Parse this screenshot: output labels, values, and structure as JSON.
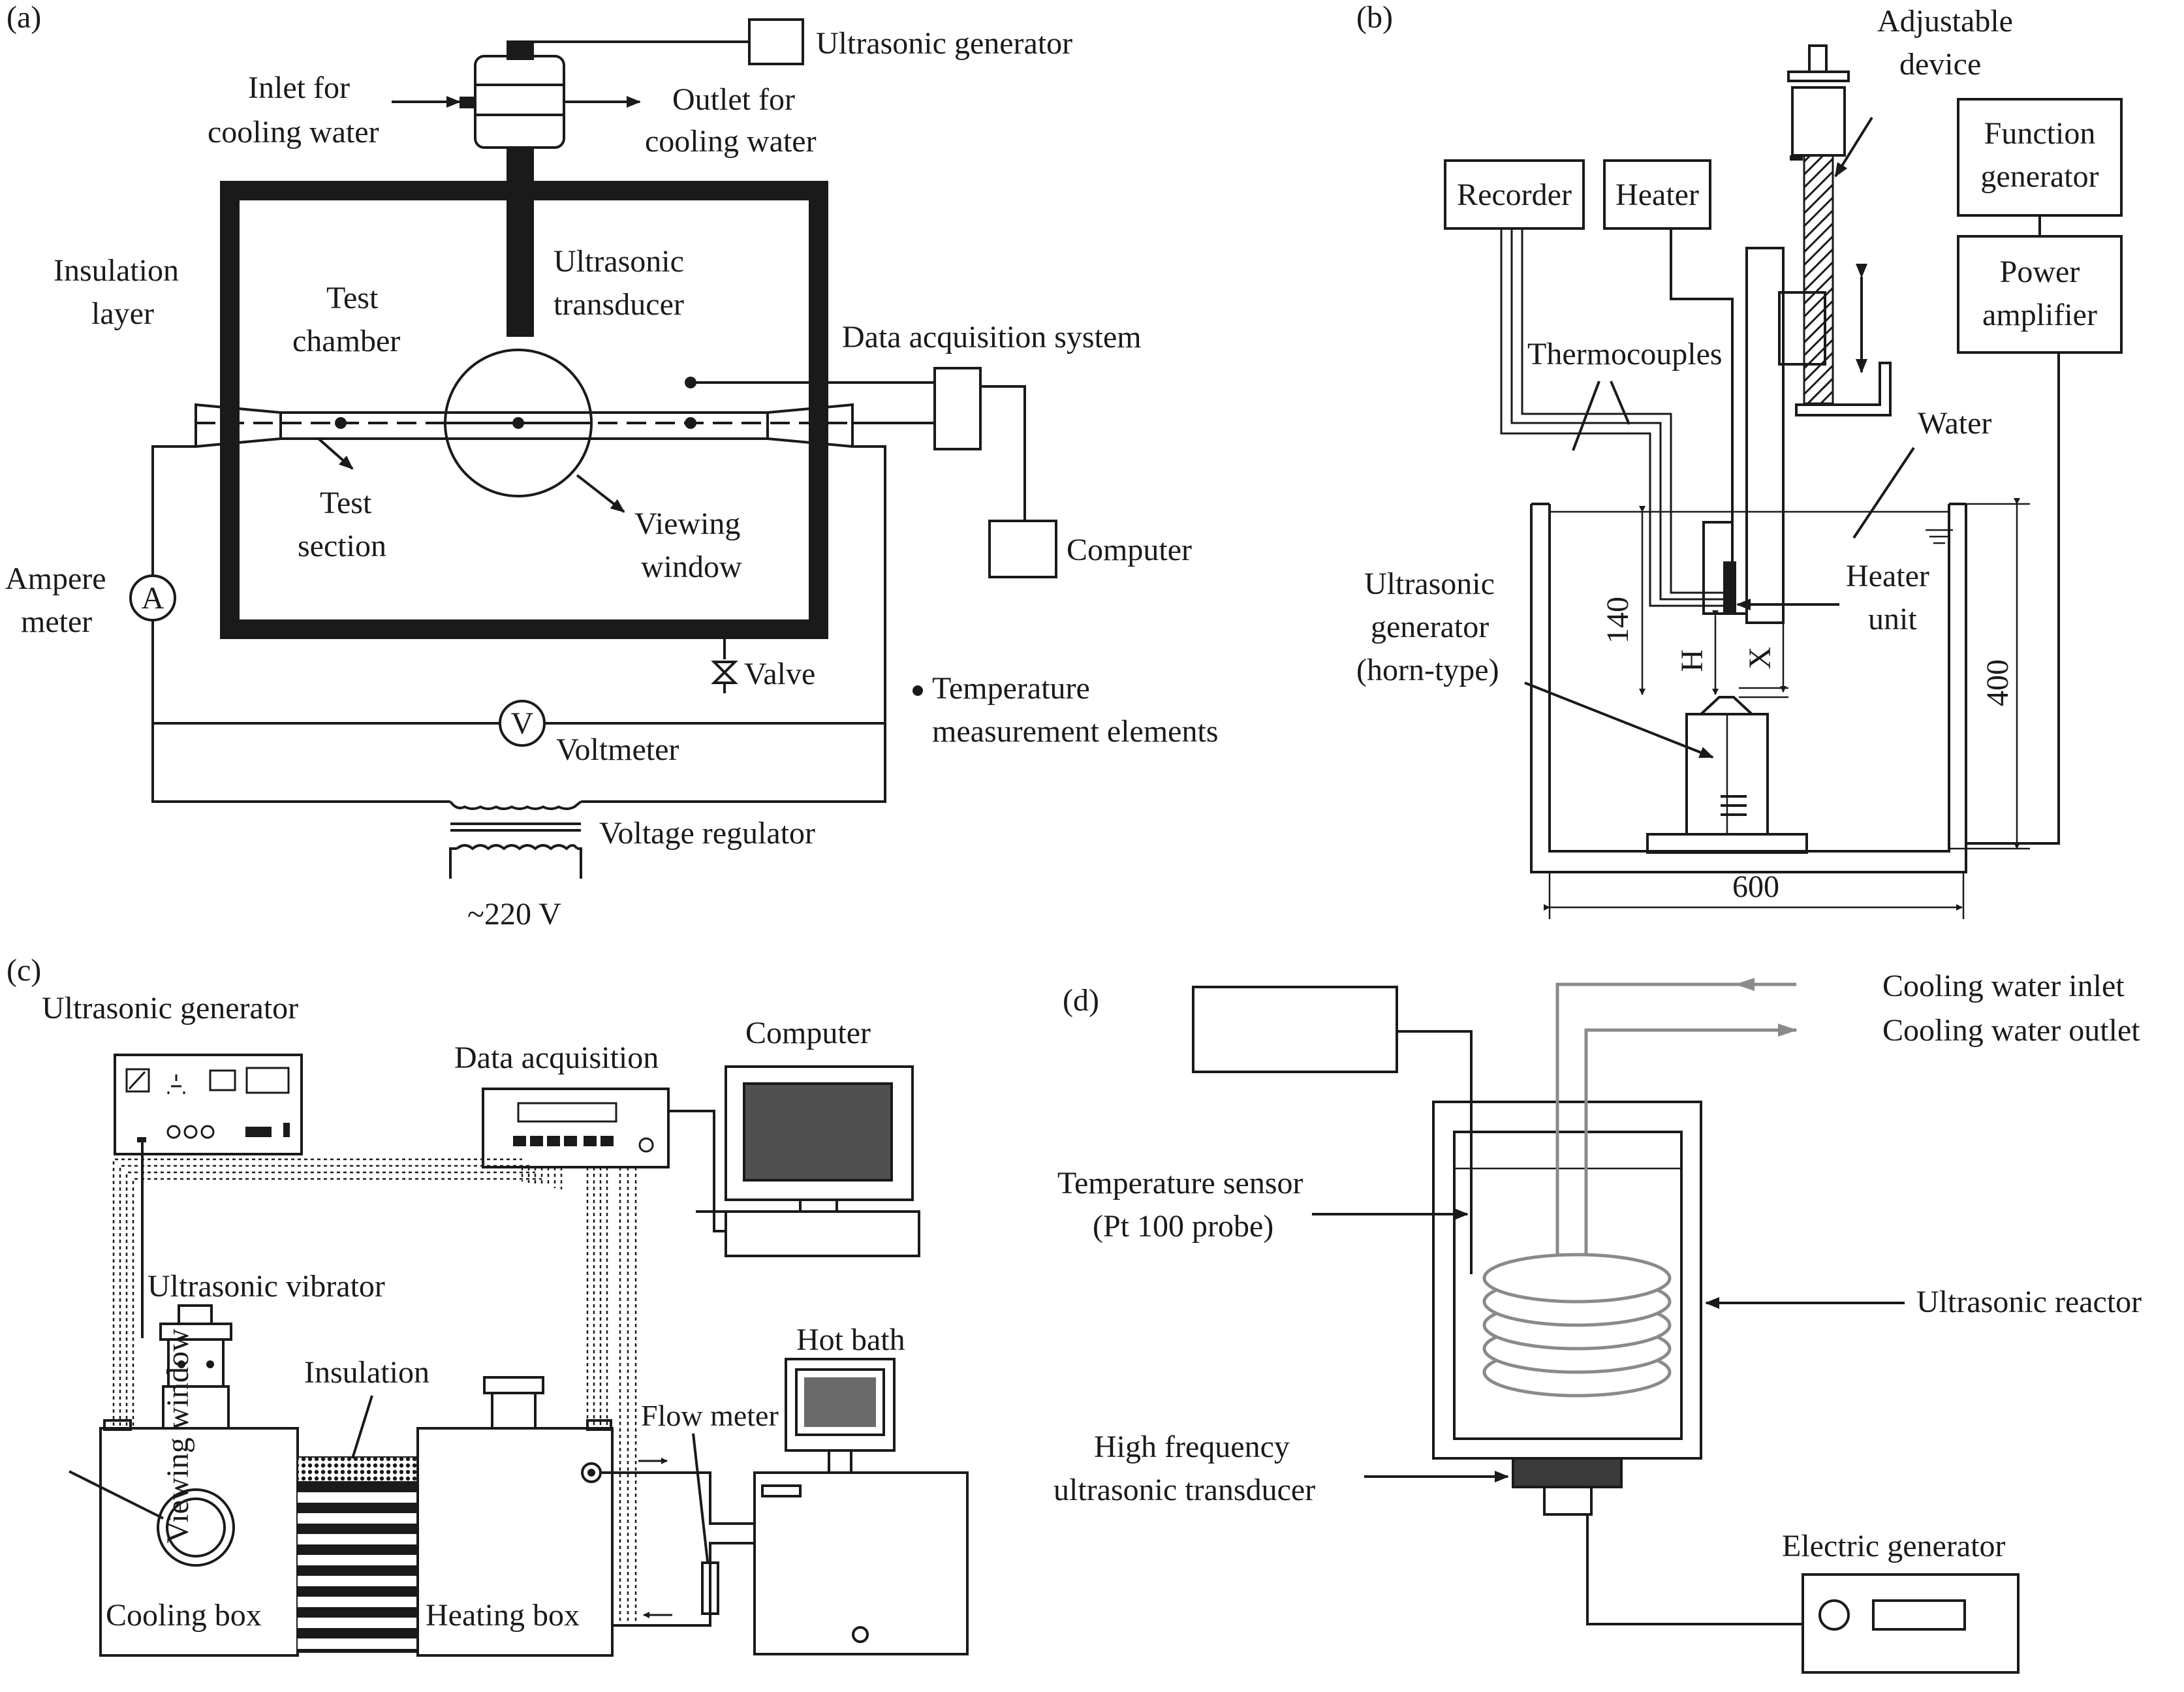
{
  "panel_a": {
    "label": "(a)",
    "ultrasonic_generator": "Ultrasonic generator",
    "inlet_line1": "Inlet for",
    "inlet_line2": "cooling water",
    "outlet_line1": "Outlet for",
    "outlet_line2": "cooling water",
    "insulation_line1": "Insulation",
    "insulation_line2": "layer",
    "test_chamber_line1": "Test",
    "test_chamber_line2": "chamber",
    "transducer_line1": "Ultrasonic",
    "transducer_line2": "transducer",
    "data_acquisition": "Data acquisition system",
    "test_section_line1": "Test",
    "test_section_line2": "section",
    "viewing_line1": "Viewing",
    "viewing_line2": "window",
    "computer": "Computer",
    "ampere_line1": "Ampere",
    "ampere_line2": "meter",
    "ampere_symbol": "A",
    "valve": "Valve",
    "temp_line1": "Temperature",
    "temp_line2": "measurement elements",
    "volt_symbol": "V",
    "voltmeter": "Voltmeter",
    "voltage_regulator": "Voltage regulator",
    "supply": "~220 V"
  },
  "panel_b": {
    "label": "(b)",
    "adjustable_line1": "Adjustable",
    "adjustable_line2": "device",
    "function_line1": "Function",
    "function_line2": "generator",
    "recorder": "Recorder",
    "heater": "Heater",
    "power_line1": "Power",
    "power_line2": "amplifier",
    "thermocouples": "Thermocouples",
    "water": "Water",
    "ugen_line1": "Ultrasonic",
    "ugen_line2": "generator",
    "ugen_line3": "(horn-type)",
    "heater_unit_line1": "Heater",
    "heater_unit_line2": "unit",
    "dim_140": "140",
    "dim_H": "H",
    "dim_X": "X",
    "dim_400": "400",
    "dim_600": "600"
  },
  "panel_c": {
    "label": "(c)",
    "ultrasonic_generator": "Ultrasonic generator",
    "data_acquisition": "Data acquisition",
    "computer": "Computer",
    "ultrasonic_vibrator": "Ultrasonic vibrator",
    "viewing_window": "Viewing window",
    "insulation": "Insulation",
    "hot_bath": "Hot bath",
    "flow_meter": "Flow meter",
    "cooling_box": "Cooling box",
    "heating_box": "Heating box"
  },
  "panel_d": {
    "label": "(d)",
    "cooling_inlet": "Cooling water inlet",
    "cooling_outlet": "Cooling water outlet",
    "temp_sensor_line1": "Temperature sensor",
    "temp_sensor_line2": "(Pt 100 probe)",
    "ultrasonic_reactor": "Ultrasonic reactor",
    "hf_line1": "High frequency",
    "hf_line2": "ultrasonic transducer",
    "electric_generator": "Electric generator"
  }
}
